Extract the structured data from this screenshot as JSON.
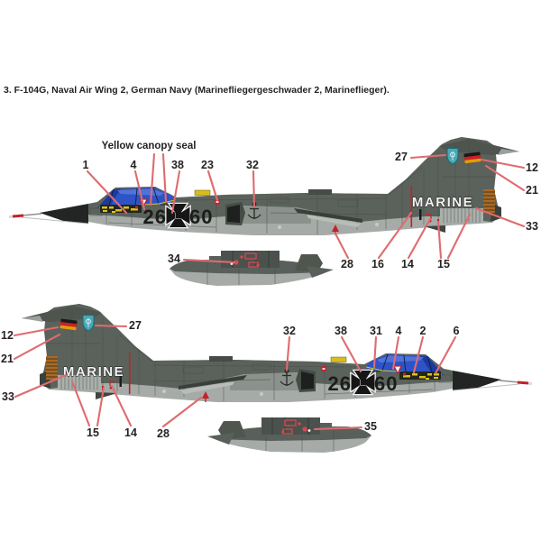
{
  "title": "3. F-104G, Naval Air Wing 2, German Navy (Marinefliegergeschwader 2, Marineflieger).",
  "annotation": {
    "canopy_seal": "Yellow canopy seal"
  },
  "aircraft_markings": {
    "tactical_code_left": "26",
    "tactical_code_right": "60",
    "fuselage_title": "MARINE"
  },
  "colors": {
    "leader_line": "#df6b6f",
    "camo_upper": "#5b625c",
    "underside_gray": "#a6aba8",
    "canopy_blue": "#2e53c6",
    "radome_black": "#232524",
    "stencil_yellow": "#ddc016",
    "warning_red": "#c62026",
    "exhaust_copper": "#a86a28",
    "flag_black": "#191919",
    "flag_red": "#cb2027",
    "flag_gold": "#e39b0c",
    "badge_teal": "#49a9b6"
  },
  "callouts": {
    "top_view": [
      "1",
      "4",
      "38",
      "23",
      "32",
      "27",
      "12",
      "21",
      "33",
      "34",
      "28",
      "16",
      "14",
      "15"
    ],
    "bottom_view": [
      "12",
      "21",
      "33",
      "27",
      "32",
      "38",
      "31",
      "4",
      "2",
      "6",
      "15",
      "14",
      "28",
      "35"
    ]
  }
}
